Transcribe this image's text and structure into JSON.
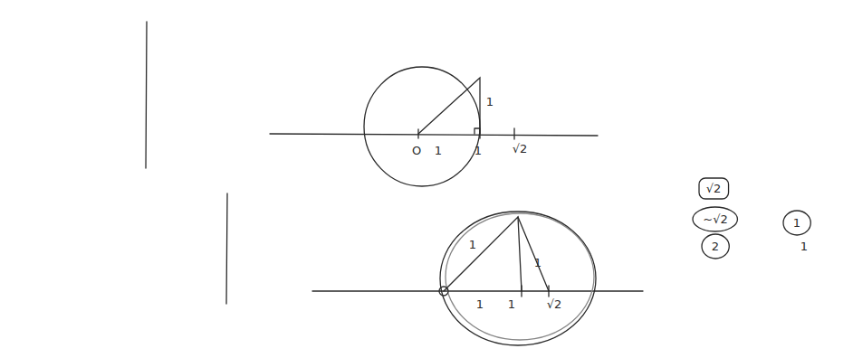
{
  "diagram": {
    "nodes": [
      {
        "text": [
          "√2"
        ]
      },
      {
        "text": [
          "~√2"
        ]
      },
      {
        "text": [
          "2"
        ]
      },
      {
        "text": [
          "1"
        ]
      }
    ],
    "labels": [
      "O",
      "1",
      "1",
      "√2",
      "1",
      "1",
      "1",
      "√2",
      "1",
      "1",
      "1"
    ]
  }
}
